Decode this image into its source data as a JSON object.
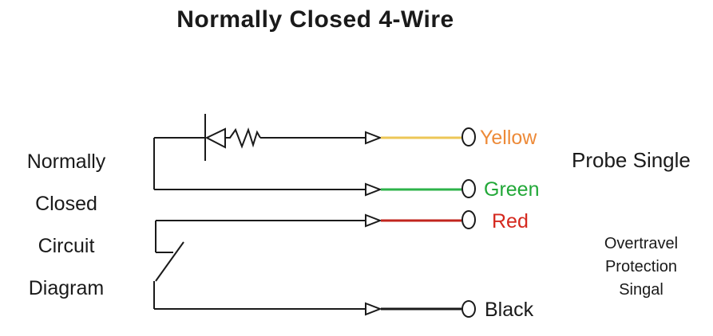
{
  "title": "Normally Closed 4-Wire",
  "left_caption": {
    "lines": [
      "Normally",
      "Closed",
      "Circuit",
      "Diagram"
    ]
  },
  "wires": [
    {
      "label": "Yellow",
      "wire_color": "#EDC757",
      "label_color": "#ED8A38"
    },
    {
      "label": "Green",
      "wire_color": "#2DB34A",
      "label_color": "#22A838"
    },
    {
      "label": "Red",
      "wire_color": "#C1251D",
      "label_color": "#D5281E"
    },
    {
      "label": "Black",
      "wire_color": "#1A1A1A",
      "label_color": "#1A1A1A"
    }
  ],
  "right_labels": {
    "probe": "Probe Single",
    "overtravel_lines": [
      "Overtravel",
      "Protection",
      "Singal"
    ]
  },
  "diagram": {
    "line_color": "#1A1A1A",
    "symbols": [
      "diode-symbol",
      "resistor-symbol",
      "normally-closed-switch-symbol",
      "arrow-icon",
      "terminal-circle"
    ]
  }
}
